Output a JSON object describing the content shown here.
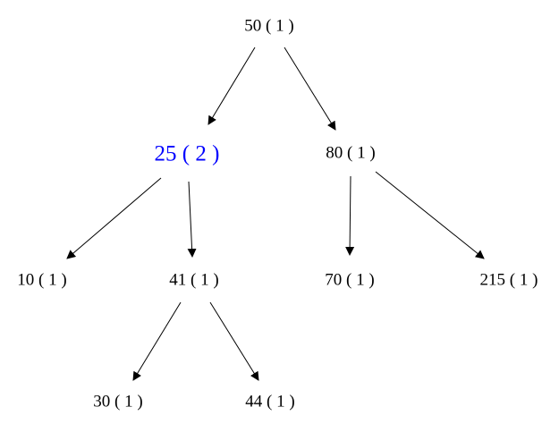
{
  "tree": {
    "highlight_color": "#0000ff",
    "default_color": "#000000",
    "nodes": [
      {
        "id": "n50",
        "label": "50 ( 1 )",
        "highlighted": false
      },
      {
        "id": "n25",
        "label": "25 ( 2 )",
        "highlighted": true
      },
      {
        "id": "n80",
        "label": "80 ( 1 )",
        "highlighted": false
      },
      {
        "id": "n10",
        "label": "10 ( 1 )",
        "highlighted": false
      },
      {
        "id": "n41",
        "label": "41 ( 1 )",
        "highlighted": false
      },
      {
        "id": "n70",
        "label": "70 ( 1 )",
        "highlighted": false
      },
      {
        "id": "n215",
        "label": "215 ( 1 )",
        "highlighted": false
      },
      {
        "id": "n30",
        "label": "30 ( 1 )",
        "highlighted": false
      },
      {
        "id": "n44",
        "label": "44 ( 1 )",
        "highlighted": false
      }
    ],
    "edges": [
      {
        "from": "50",
        "to": "25"
      },
      {
        "from": "50",
        "to": "80"
      },
      {
        "from": "25",
        "to": "10"
      },
      {
        "from": "25",
        "to": "41"
      },
      {
        "from": "80",
        "to": "70"
      },
      {
        "from": "80",
        "to": "215"
      },
      {
        "from": "41",
        "to": "30"
      },
      {
        "from": "41",
        "to": "44"
      }
    ]
  }
}
